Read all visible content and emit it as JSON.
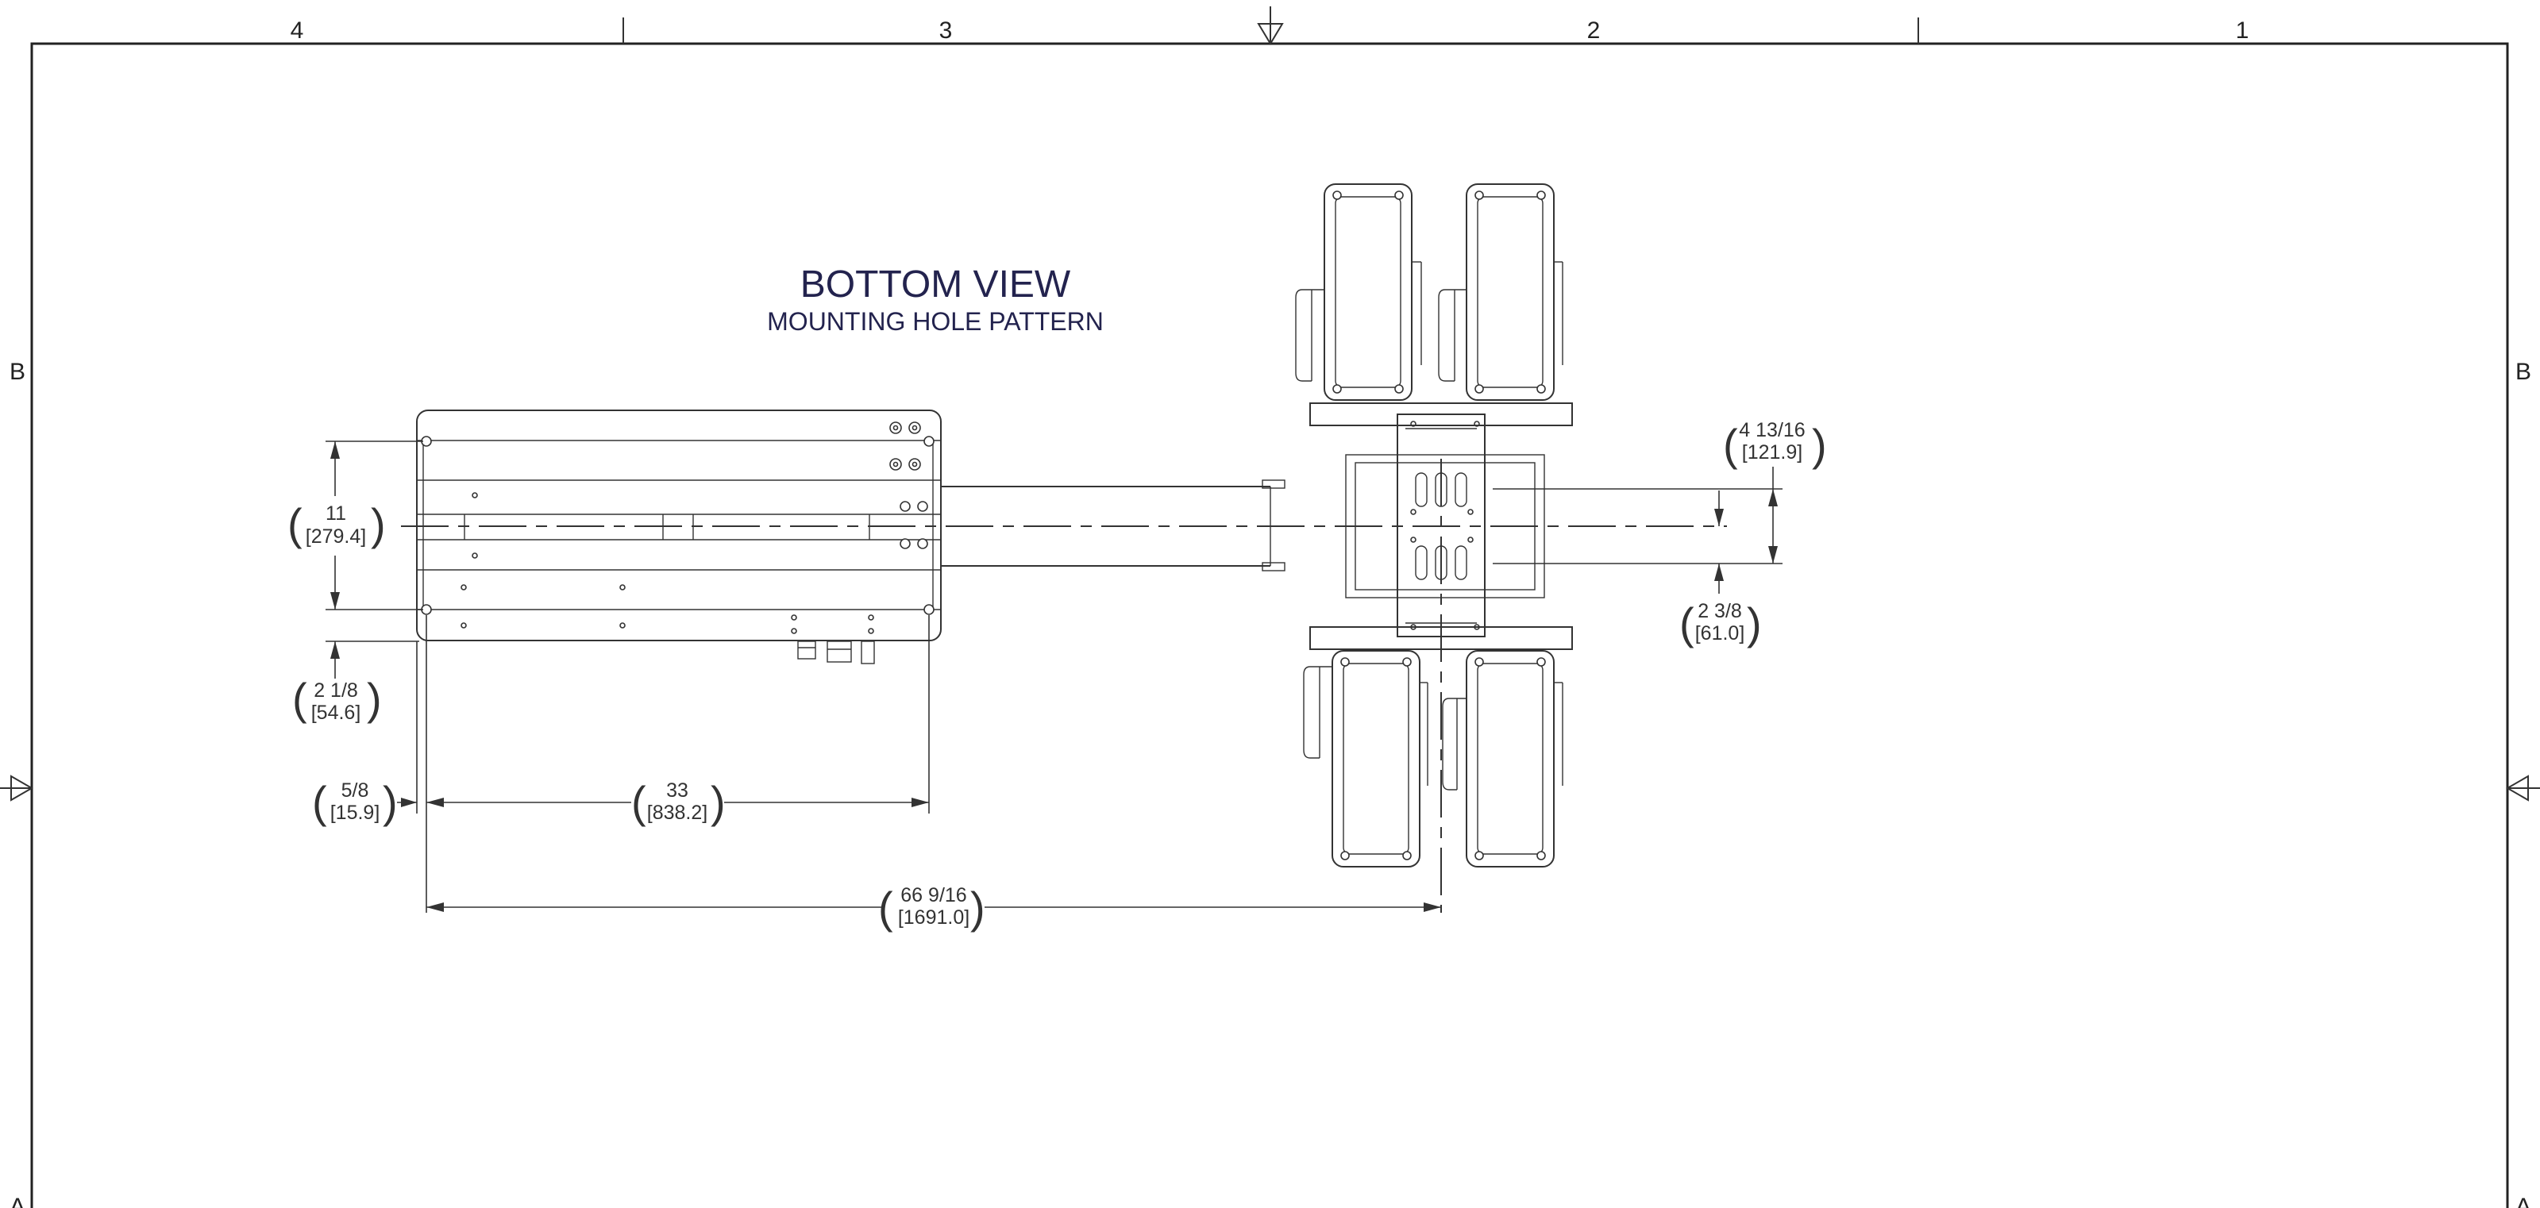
{
  "titles": {
    "view_title": "BOTTOM VIEW",
    "view_subtitle": "MOUNTING HOLE PATTERN"
  },
  "zones": {
    "top": [
      "4",
      "3",
      "2",
      "1"
    ],
    "left_row": "B",
    "right_row": "B",
    "left_bottom": "A",
    "right_bottom": "A"
  },
  "dimensions": {
    "height_11": {
      "imperial": "11",
      "metric": "[279.4]"
    },
    "offset_2_1_8": {
      "imperial": "2 1/8",
      "metric": "[54.6]"
    },
    "offset_5_8": {
      "imperial": "5/8",
      "metric": "[15.9]"
    },
    "width_33": {
      "imperial": "33",
      "metric": "[838.2]"
    },
    "length_66": {
      "imperial": "66 9/16",
      "metric": "[1691.0]"
    },
    "span_4_13_16": {
      "imperial": "4 13/16",
      "metric": "[121.9]"
    },
    "span_2_3_8": {
      "imperial": "2 3/8",
      "metric": "[61.0]"
    }
  }
}
